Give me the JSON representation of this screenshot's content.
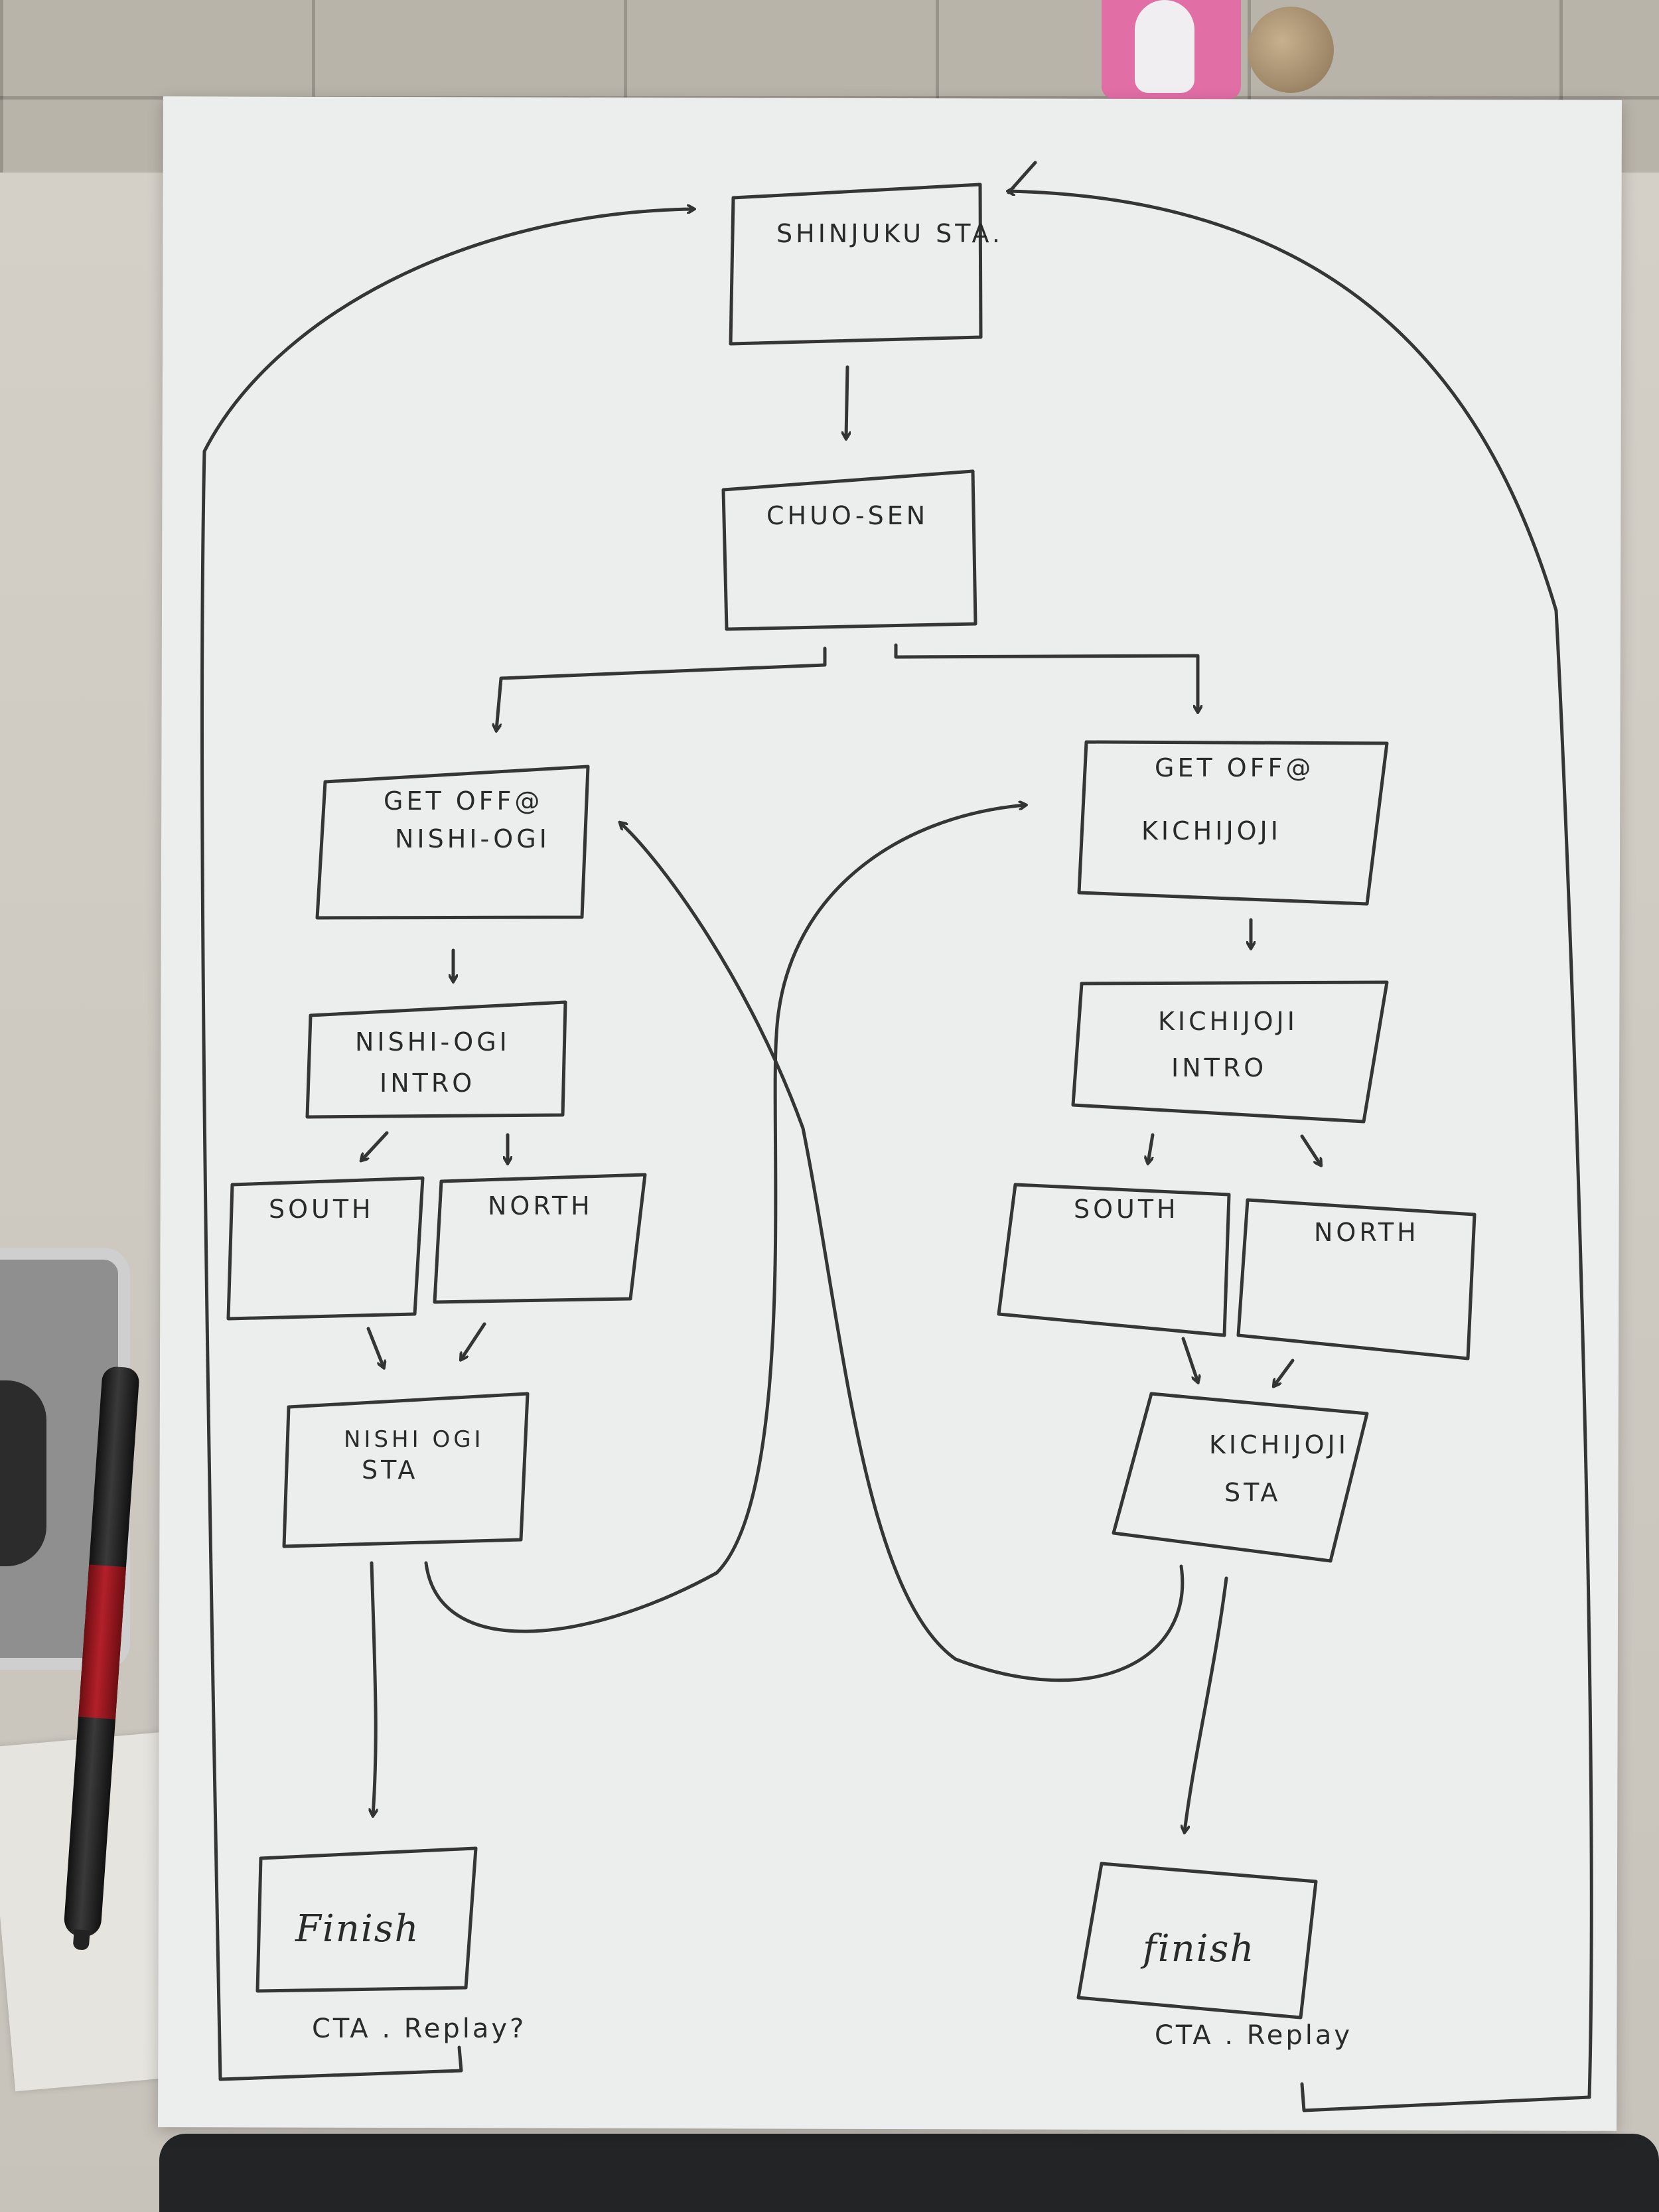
{
  "diagram": {
    "nodes": {
      "shinjuku": [
        "SHINJUKU STA."
      ],
      "chuo": [
        "CHUO-SEN"
      ],
      "getoff_nishi": [
        "GET OFF@",
        "NISHI-OGI"
      ],
      "getoff_kichi": [
        "GET OFF@",
        "KICHIJOJI"
      ],
      "nishi_intro": [
        "NISHI-OGI",
        "INTRO"
      ],
      "kichi_intro": [
        "KICHIJOJI",
        "INTRO"
      ],
      "nishi_south": [
        "SOUTH"
      ],
      "nishi_north": [
        "NORTH"
      ],
      "kichi_south": [
        "SOUTH"
      ],
      "kichi_north": [
        "NORTH"
      ],
      "nishi_sta": [
        "NISHI OGI",
        "STA"
      ],
      "kichi_sta": [
        "KICHIJOJI",
        "STA"
      ],
      "finish_left": [
        "Finish"
      ],
      "finish_right": [
        "finish"
      ]
    },
    "notes": {
      "left": "CTA . Replay?",
      "right": "CTA . Replay"
    }
  }
}
